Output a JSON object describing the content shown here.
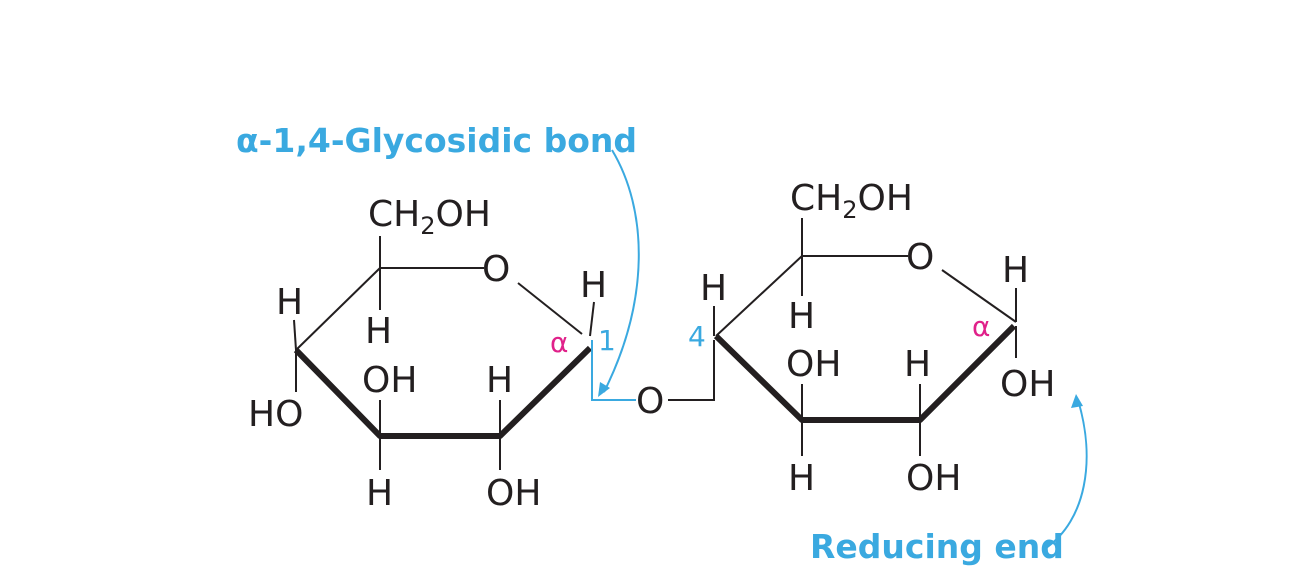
{
  "annotations": {
    "glycosidic_bond": "α-1,4-Glycosidic bond",
    "reducing_end": "Reducing end"
  },
  "labels": {
    "ch2oh_prefix": "CH",
    "ch2oh_sub": "2",
    "ch2oh_suffix": "OH",
    "ring_oxygen": "O",
    "bridge_oxygen": "O",
    "h": "H",
    "oh": "OH",
    "ho": "HO",
    "alpha": "α",
    "carbon_1": "1",
    "carbon_4": "4"
  },
  "colors": {
    "annotation": "#3aa9e0",
    "alpha": "#e0218a",
    "bonds": "#231f20"
  }
}
